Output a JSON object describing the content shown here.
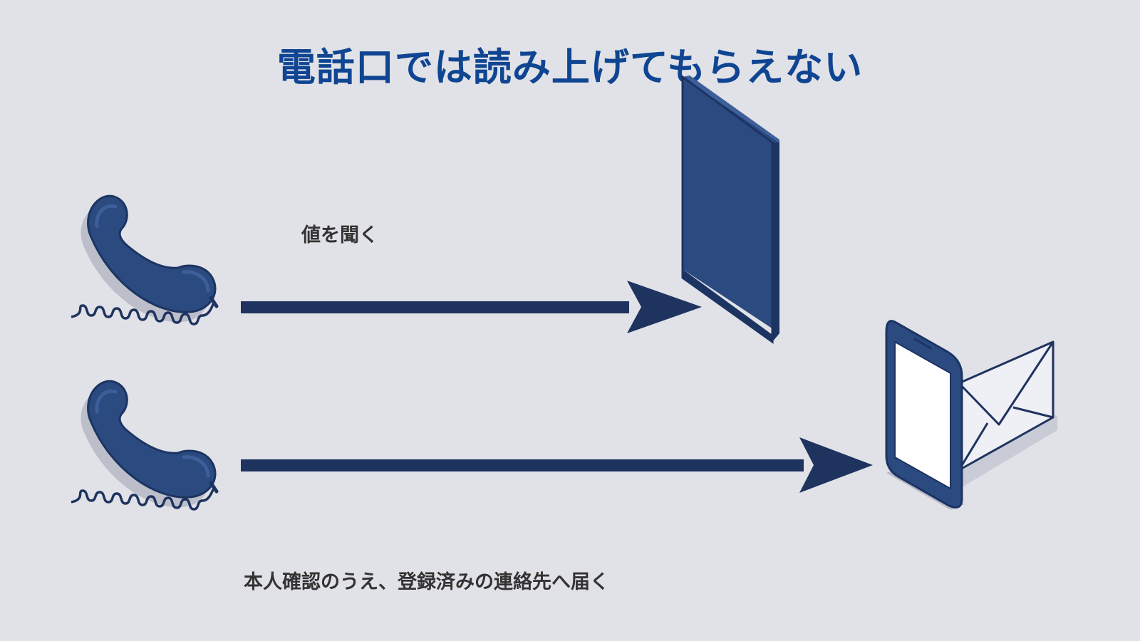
{
  "title": "電話口では読み上げてもらえない",
  "top_flow": {
    "label": "値を聞く"
  },
  "bottom_flow": {
    "label": "本人確認のうえ、登録済みの連絡先へ届く"
  },
  "icons": {
    "caller_top": "phone-handset-icon",
    "caller_bottom": "phone-handset-icon",
    "blocker": "wall-panel-icon",
    "destination_device": "smartphone-icon",
    "destination_message": "envelope-icon"
  },
  "colors": {
    "background": "#e1e2e7",
    "title": "#0f4592",
    "arrow": "#1f335f",
    "icon_fill": "#2a4a80",
    "icon_dark": "#1c3462",
    "text": "#333333"
  }
}
